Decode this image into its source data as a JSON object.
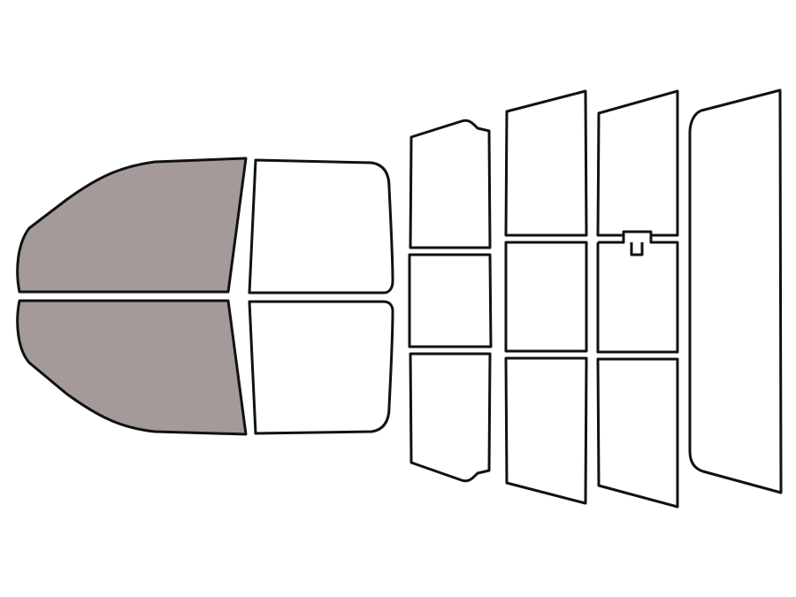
{
  "diagram": {
    "colors": {
      "tinted": "#a39a99",
      "clear": "#ffffff",
      "outline": "#111111"
    },
    "panes": [
      {
        "id": "driver-front-upper",
        "tinted": true
      },
      {
        "id": "driver-front-lower",
        "tinted": true
      },
      {
        "id": "driver-rear-upper",
        "tinted": false
      },
      {
        "id": "driver-rear-lower",
        "tinted": false
      },
      {
        "id": "rear-left-top",
        "tinted": false
      },
      {
        "id": "rear-left-middle",
        "tinted": false
      },
      {
        "id": "rear-left-bottom",
        "tinted": false
      },
      {
        "id": "rear-center-left-top",
        "tinted": false
      },
      {
        "id": "rear-center-left-middle",
        "tinted": false
      },
      {
        "id": "rear-center-left-bottom",
        "tinted": false
      },
      {
        "id": "rear-center-right-top",
        "tinted": false
      },
      {
        "id": "rear-center-right-middle",
        "tinted": false
      },
      {
        "id": "rear-center-right-bottom",
        "tinted": false
      },
      {
        "id": "windshield",
        "tinted": false
      }
    ]
  }
}
